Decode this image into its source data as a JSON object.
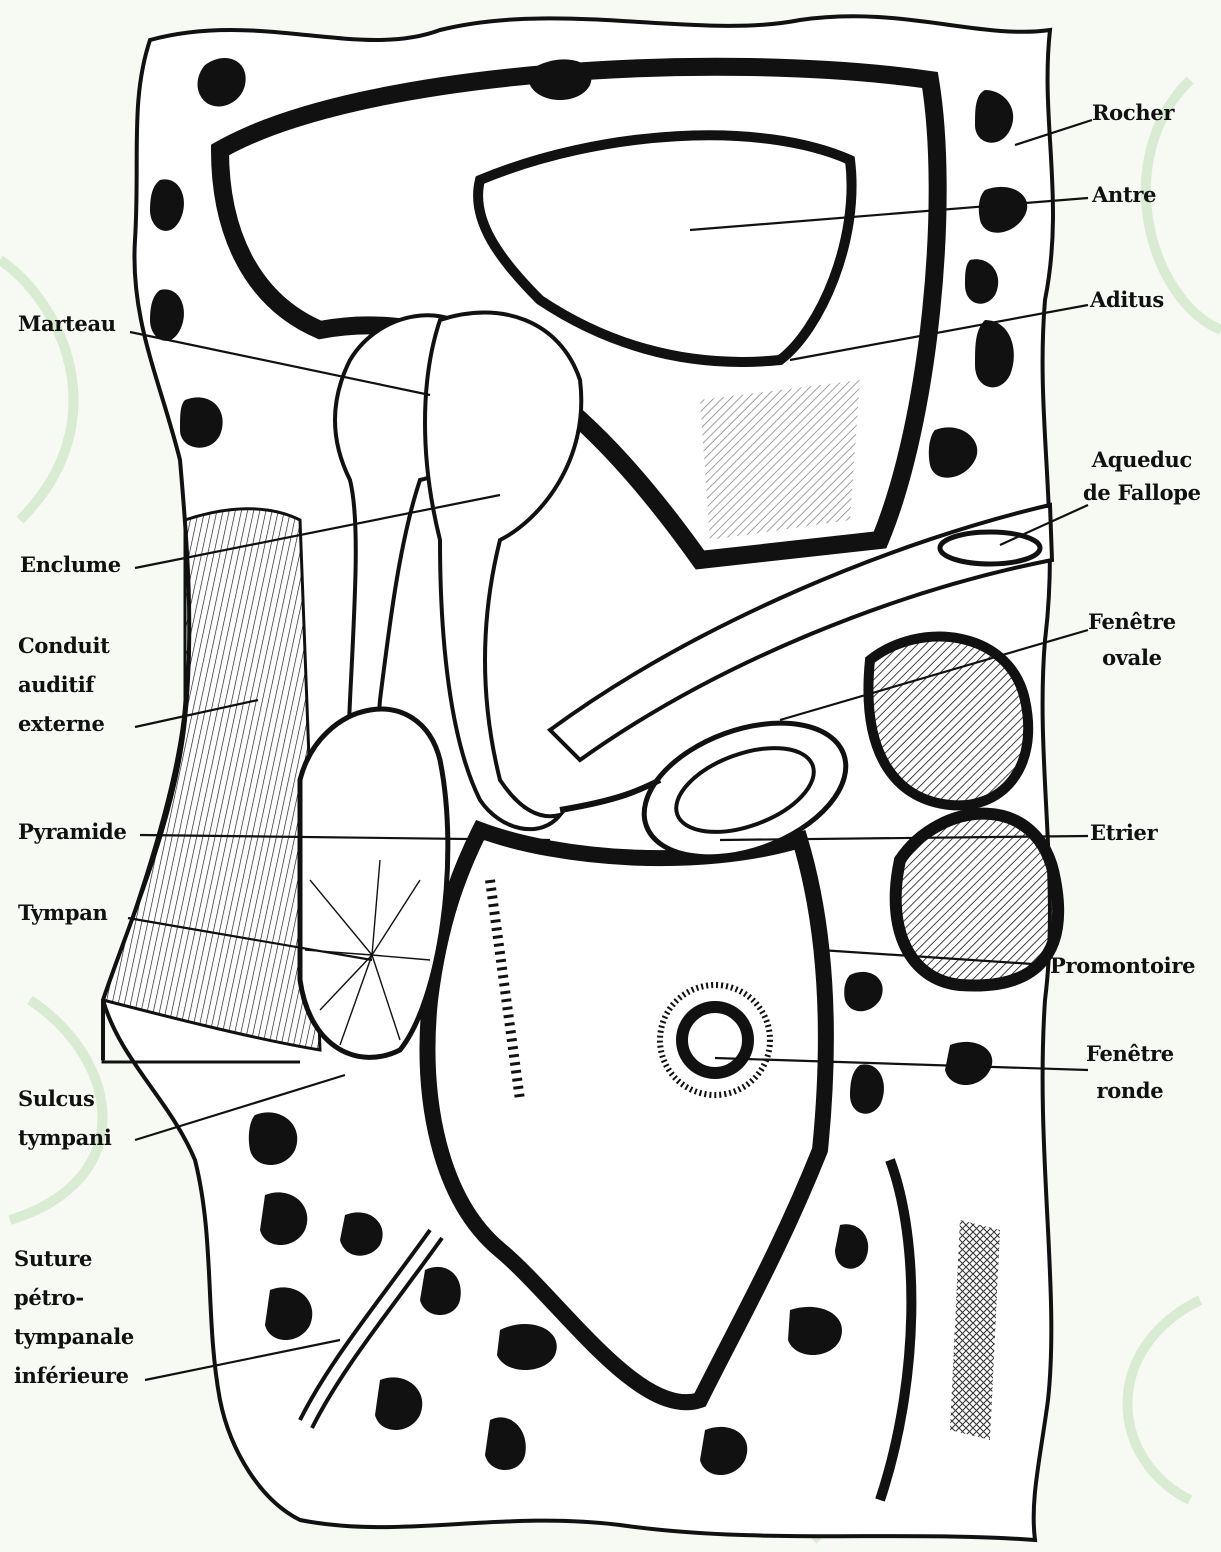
{
  "colors": {
    "background": "#f6faf3",
    "ornament": "#d7e9cf",
    "ink": "#111111"
  },
  "labels": {
    "rocher": "Rocher",
    "antre": "Antre",
    "aditus": "Aditus",
    "aqueduc": "Aqueduc\nde Fallope",
    "fenetre_ovale": "Fenêtre\novale",
    "etrier": "Etrier",
    "promontoire": "Promontoire",
    "fenetre_ronde": "Fenêtre\nronde",
    "marteau": "Marteau",
    "enclume": "Enclume",
    "conduit": "Conduit\nauditif\nexterne",
    "pyramide": "Pyramide",
    "tympan": "Tympan",
    "sulcus": "Sulcus\ntympani",
    "suture": "Suture\npétro-\ntympanale\ninférieure"
  }
}
